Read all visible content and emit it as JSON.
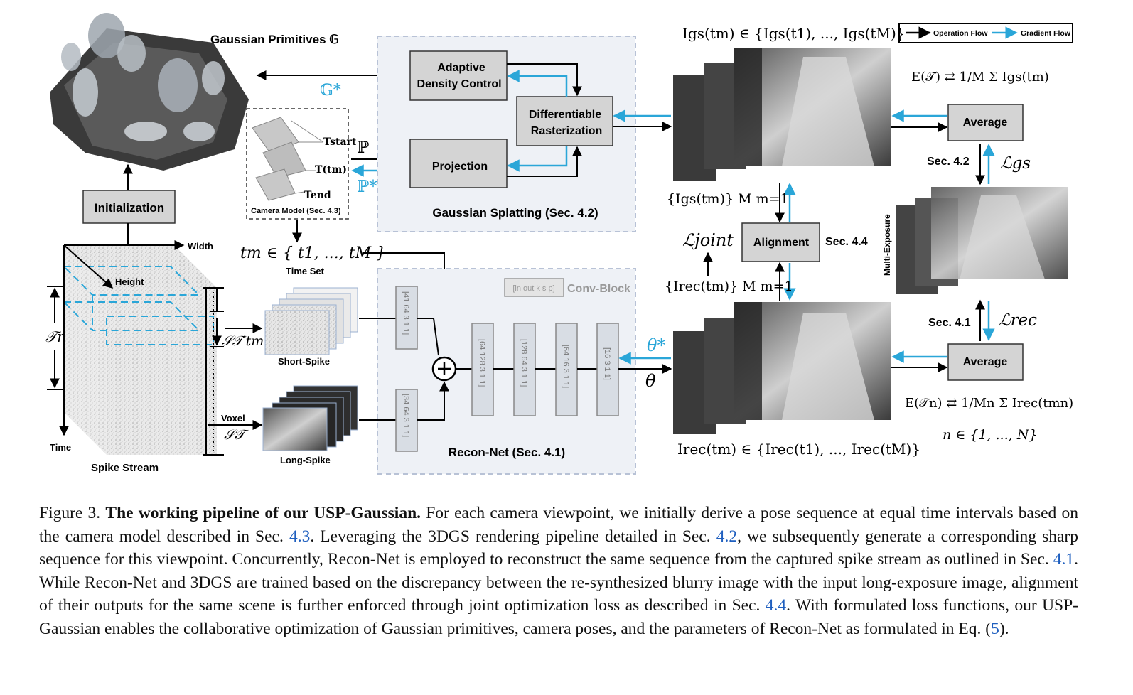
{
  "figure": {
    "legend": {
      "operation_flow": "Operation Flow",
      "gradient_flow": "Gradient Flow"
    },
    "colors": {
      "operation": "#000000",
      "gradient": "#2aa6d8",
      "block_fill": "#d4d4d4",
      "panel_fill": "#eef1f6",
      "panel_border": "#b8c2d6"
    },
    "gaussian_primitives": "Gaussian Primitives 𝔾",
    "g_star": "𝔾*",
    "initialization": "Initialization",
    "spike_stream": {
      "title": "Spike Stream",
      "width": "Width",
      "height": "Height",
      "time": "Time",
      "tau_n": "𝒯n",
      "s_short": "𝒮𝒯′tm",
      "voxel": "Voxel",
      "s_tau": "𝒮𝒯"
    },
    "camera_model": {
      "caption": "Camera Model (Sec. 4.3)",
      "t_start": "Tstart",
      "t_m": "T(tm)",
      "t_end": "Tend",
      "p": "ℙ",
      "p_star": "ℙ*"
    },
    "time_set": {
      "expr": "tm ∈ { t1, ..., tM }",
      "label": "Time Set"
    },
    "splatting": {
      "adaptive": [
        "Adaptive",
        "Density Control"
      ],
      "rasterization": [
        "Differentiable",
        "Rasterization"
      ],
      "projection": "Projection",
      "title": "Gaussian Splatting (Sec. 4.2)"
    },
    "recon": {
      "conv_legend": "[in out k s p]",
      "conv_block": "Conv-Block",
      "short_spike": "Short-Spike",
      "long_spike": "Long-Spike",
      "in_short": "[41 64 3 1 1]",
      "in_long": "[34 64 3 1 1]",
      "blocks": [
        "[64 128 3 1 1]",
        "[128 64 3 1 1]",
        "[64 16 3 1 1]",
        "[16 3 1 1]"
      ],
      "title": "Recon-Net (Sec. 4.1)",
      "theta": "θ",
      "theta_star": "θ*"
    },
    "right": {
      "igs_seq": "Igs(tm) ∈ {Igs(t1), ..., Igs(tM)}",
      "irec_seq": "Irec(tm) ∈ {Irec(t1), ..., Irec(tM)}",
      "igs_set": "{Igs(tm)} M m=1",
      "irec_set": "{Irec(tm)} M m=1",
      "l_joint": "ℒjoint",
      "alignment": "Alignment",
      "sec44": "Sec. 4.4",
      "average": "Average",
      "e_tau": "E(𝒯) ⇄ 1/M Σ Igs(tm)",
      "e_tau_n": "E(𝒯n) ⇄ 1/Mn Σ Irec(tmn)",
      "n_range": "n ∈ {1, ..., N}",
      "sec42": "Sec. 4.2",
      "sec41": "Sec. 4.1",
      "l_gs": "ℒgs",
      "l_rec": "ℒrec",
      "multi_exposure": "Multi-Exposure"
    }
  },
  "caption": {
    "label": "Figure 3.",
    "title": "The working pipeline of our USP-Gaussian.",
    "seg1": "For each camera viewpoint, we initially derive a pose sequence at equal time intervals based on the camera model described in Sec.",
    "ref1": "4.3",
    "seg2": ". Leveraging the 3DGS rendering pipeline detailed in Sec.",
    "ref2": "4.2",
    "seg3": ", we subsequently generate a corresponding sharp sequence for this viewpoint. Concurrently, Recon-Net is employed to reconstruct the same sequence from the captured spike stream as outlined in Sec.",
    "ref3": "4.1",
    "seg4": ". While Recon-Net and 3DGS are trained based on the discrepancy between the re-synthesized blurry image with the input long-exposure image, alignment of their outputs for the same scene is further enforced through joint optimization loss as described in Sec.",
    "ref4": "4.4",
    "seg5": ". With formulated loss functions, our USP-Gaussian enables the collaborative optimization of Gaussian primitives, camera poses, and the parameters of Recon-Net as formulated in Eq. (",
    "ref5": "5",
    "seg6": ")."
  }
}
